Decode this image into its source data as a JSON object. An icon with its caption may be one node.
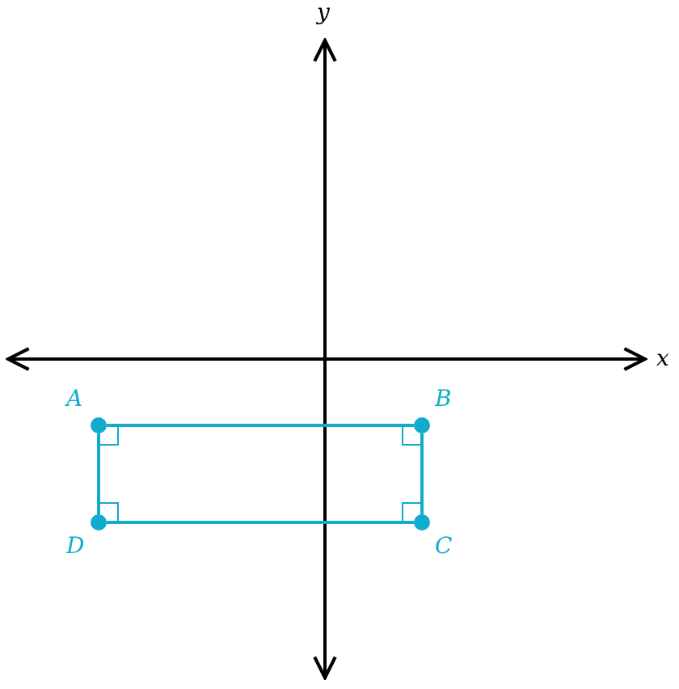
{
  "diagram": {
    "nodes": [
      {
        "text": [],
        "shape": "circle",
        "beside": [
          "A"
        ]
      },
      {
        "text": [],
        "shape": "circle",
        "beside": [
          "B"
        ]
      },
      {
        "text": [],
        "shape": "circle",
        "beside": [
          "D"
        ]
      },
      {
        "text": [],
        "shape": "circle",
        "beside": [
          "C"
        ]
      }
    ],
    "edges": [
      {
        "from": 0,
        "to": 1,
        "arrow": "none"
      },
      {
        "from": 1,
        "to": 3,
        "arrow": "none"
      },
      {
        "from": 3,
        "to": 2,
        "arrow": "none"
      },
      {
        "from": 2,
        "to": 0,
        "arrow": "none"
      }
    ],
    "labels": [
      "y",
      "x"
    ]
  }
}
